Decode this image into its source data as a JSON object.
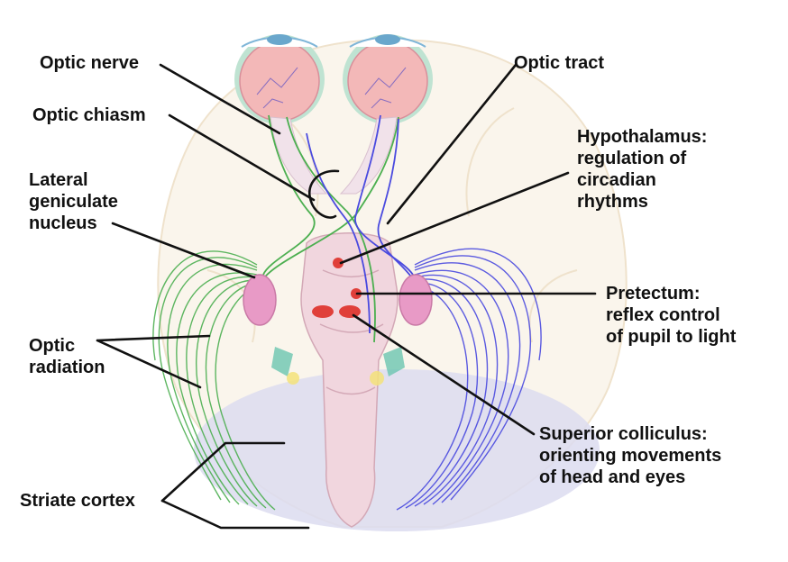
{
  "labels": {
    "optic_nerve": "Optic nerve",
    "optic_chiasm": "Optic chiasm",
    "lgn": [
      "Lateral",
      "geniculate",
      "nucleus"
    ],
    "optic_radiation": [
      "Optic",
      "radiation"
    ],
    "striate_cortex": "Striate cortex",
    "optic_tract": "Optic tract",
    "hypothalamus": {
      "title": "Hypothalamus:",
      "desc": [
        "regulation of",
        "circadian",
        "rhythms"
      ]
    },
    "pretectum": {
      "title": "Pretectum:",
      "desc": [
        "reflex control",
        "of pupil to light"
      ]
    },
    "superior_colliculus": {
      "title": "Superior colliculus:",
      "desc": [
        "orienting movements",
        "of head and eyes"
      ]
    }
  },
  "colors": {
    "label_text": "#111111",
    "function_text": "#2f6fc4",
    "left_pathway": "#4caf50",
    "right_pathway": "#4a4adf",
    "nucleus_fill": "#e89ac6",
    "target_dot": "#e0403a",
    "brain_outline": "#efe2cc",
    "cerebellum": "#dcdcf0",
    "brainstem": "#f1d6de"
  },
  "icons": [
    "eyeball-left",
    "eyeball-right",
    "brain-outline",
    "brainstem",
    "cerebellum"
  ]
}
